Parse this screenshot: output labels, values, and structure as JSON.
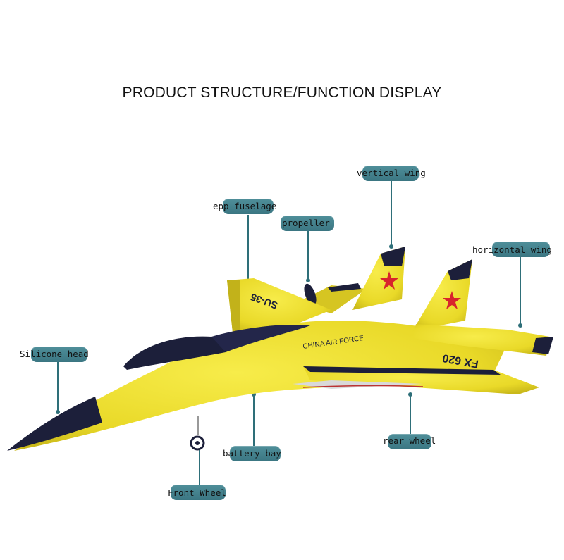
{
  "title": "PRODUCT STRUCTURE/FUNCTION DISPLAY",
  "callouts": {
    "vertical_wing": "vertical wing",
    "epp_fuselage": "epp fuselage",
    "propeller": "propeller",
    "horizontal_wing": "horizontal wing",
    "silicone_head": "Silicone head",
    "battery_bay": "battery bay",
    "rear_wheel": "rear wheel",
    "front_wheel": "Front Wheel"
  },
  "airframe_markings": {
    "model": "FX 620",
    "force": "CHINA AIR FORCE",
    "designation": "SU-35"
  },
  "colors": {
    "body_yellow": "#f0e030",
    "dark_navy": "#1c1f3a",
    "callout_teal": "#3f7c87",
    "star_red": "#d8242c"
  }
}
